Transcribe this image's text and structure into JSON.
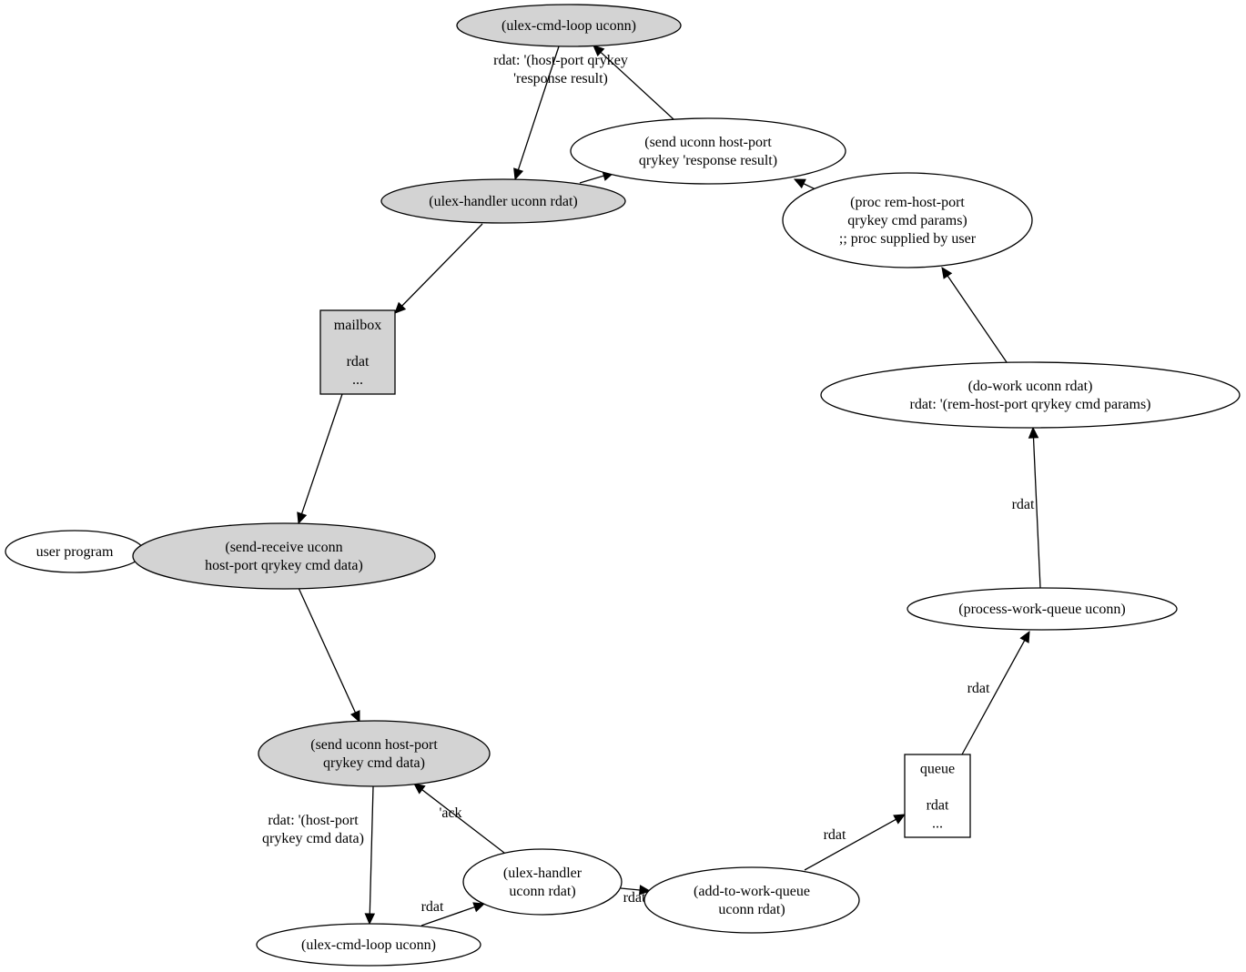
{
  "nodes": [
    {
      "id": "cmdloop_top",
      "lines": [
        "(ulex-cmd-loop uconn)"
      ],
      "shape": "ellipse",
      "fill": "#d3d3d3"
    },
    {
      "id": "handler_top",
      "lines": [
        "(ulex-handler uconn rdat)"
      ],
      "shape": "ellipse",
      "fill": "#d3d3d3"
    },
    {
      "id": "send_response",
      "lines": [
        "(send uconn host-port",
        "qrykey 'response result)"
      ],
      "shape": "ellipse",
      "fill": "#ffffff"
    },
    {
      "id": "proc",
      "lines": [
        "(proc rem-host-port",
        "qrykey cmd params)",
        ";; proc supplied by user"
      ],
      "shape": "ellipse",
      "fill": "#ffffff"
    },
    {
      "id": "mailbox",
      "lines": [
        "mailbox",
        "",
        "rdat",
        "..."
      ],
      "shape": "box",
      "fill": "#d3d3d3"
    },
    {
      "id": "do_work",
      "lines": [
        "(do-work uconn rdat)",
        "rdat: '(rem-host-port qrykey cmd params)"
      ],
      "shape": "ellipse",
      "fill": "#ffffff"
    },
    {
      "id": "user_program",
      "lines": [
        "user program"
      ],
      "shape": "ellipse",
      "fill": "#ffffff"
    },
    {
      "id": "send_receive",
      "lines": [
        "(send-receive uconn",
        "host-port qrykey cmd data)"
      ],
      "shape": "ellipse",
      "fill": "#d3d3d3"
    },
    {
      "id": "process_queue",
      "lines": [
        "(process-work-queue uconn)"
      ],
      "shape": "ellipse",
      "fill": "#ffffff"
    },
    {
      "id": "send_cmd",
      "lines": [
        "(send uconn host-port",
        "qrykey cmd data)"
      ],
      "shape": "ellipse",
      "fill": "#d3d3d3"
    },
    {
      "id": "queue",
      "lines": [
        "queue",
        "",
        "rdat",
        "..."
      ],
      "shape": "box",
      "fill": "#ffffff"
    },
    {
      "id": "handler_bottom",
      "lines": [
        "(ulex-handler",
        "uconn rdat)"
      ],
      "shape": "ellipse",
      "fill": "#ffffff"
    },
    {
      "id": "add_queue",
      "lines": [
        "(add-to-work-queue",
        "uconn rdat)"
      ],
      "shape": "ellipse",
      "fill": "#ffffff"
    },
    {
      "id": "cmdloop_bottom",
      "lines": [
        "(ulex-cmd-loop uconn)"
      ],
      "shape": "ellipse",
      "fill": "#ffffff"
    }
  ],
  "edges": [
    {
      "from": "cmdloop_top",
      "to": "handler_top",
      "label": [
        "rdat: '(host-port qrykey",
        "'response result)"
      ]
    },
    {
      "from": "handler_top",
      "to": "send_response",
      "label": [
        "'ack"
      ]
    },
    {
      "from": "send_response",
      "to": "cmdloop_top",
      "label": []
    },
    {
      "from": "proc",
      "to": "send_response",
      "label": []
    },
    {
      "from": "handler_top",
      "to": "mailbox",
      "label": []
    },
    {
      "from": "do_work",
      "to": "proc",
      "label": []
    },
    {
      "from": "mailbox",
      "to": "send_receive",
      "label": []
    },
    {
      "from": "user_program",
      "to": "send_receive",
      "label": []
    },
    {
      "from": "send_receive",
      "to": "user_program",
      "label": []
    },
    {
      "from": "process_queue",
      "to": "do_work",
      "label": [
        "rdat"
      ]
    },
    {
      "from": "send_receive",
      "to": "send_cmd",
      "label": []
    },
    {
      "from": "queue",
      "to": "process_queue",
      "label": [
        "rdat"
      ]
    },
    {
      "from": "send_cmd",
      "to": "cmdloop_bottom",
      "label": [
        "rdat: '(host-port",
        "qrykey cmd data)"
      ]
    },
    {
      "from": "handler_bottom",
      "to": "send_cmd",
      "label": [
        "'ack"
      ]
    },
    {
      "from": "cmdloop_bottom",
      "to": "handler_bottom",
      "label": [
        "rdat"
      ]
    },
    {
      "from": "handler_bottom",
      "to": "add_queue",
      "label": [
        "rdat"
      ]
    },
    {
      "from": "add_queue",
      "to": "queue",
      "label": [
        "rdat"
      ]
    }
  ]
}
